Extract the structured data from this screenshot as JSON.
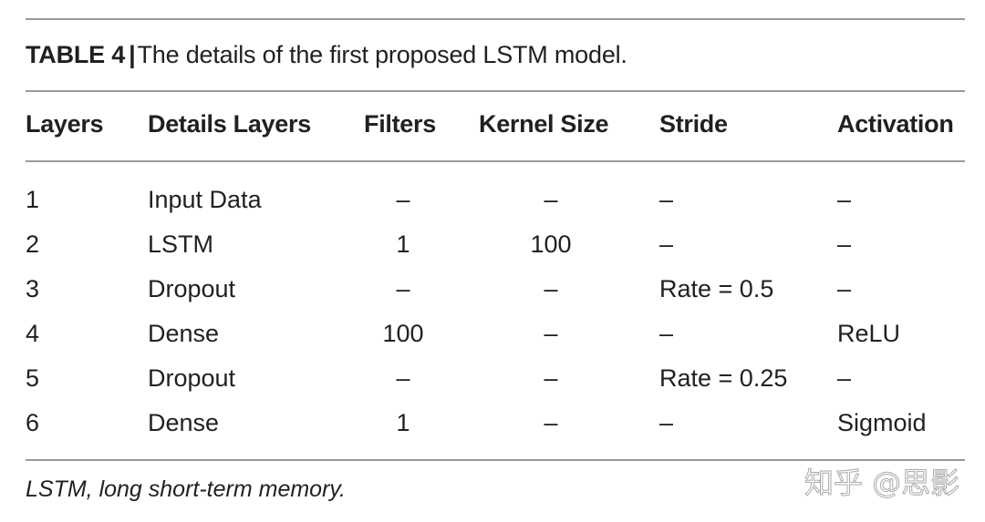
{
  "caption": {
    "label": "TABLE 4",
    "separator": "|",
    "title": "The details of the first proposed LSTM model."
  },
  "table": {
    "headers": [
      "Layers",
      "Details Layers",
      "Filters",
      "Kernel Size",
      "Stride",
      "Activation"
    ],
    "rows": [
      [
        "1",
        "Input Data",
        "–",
        "–",
        "–",
        "–"
      ],
      [
        "2",
        "LSTM",
        "1",
        "100",
        "–",
        "–"
      ],
      [
        "3",
        "Dropout",
        "–",
        "–",
        "Rate = 0.5",
        "–"
      ],
      [
        "4",
        "Dense",
        "100",
        "–",
        "–",
        "ReLU"
      ],
      [
        "5",
        "Dropout",
        "–",
        "–",
        "Rate = 0.25",
        "–"
      ],
      [
        "6",
        "Dense",
        "1",
        "–",
        "–",
        "Sigmoid"
      ]
    ]
  },
  "footnote": "LSTM, long short-term memory.",
  "watermark": "知乎 @思影",
  "colors": {
    "text": "#231f20",
    "rule": "#9a9a9a",
    "background": "#ffffff"
  }
}
